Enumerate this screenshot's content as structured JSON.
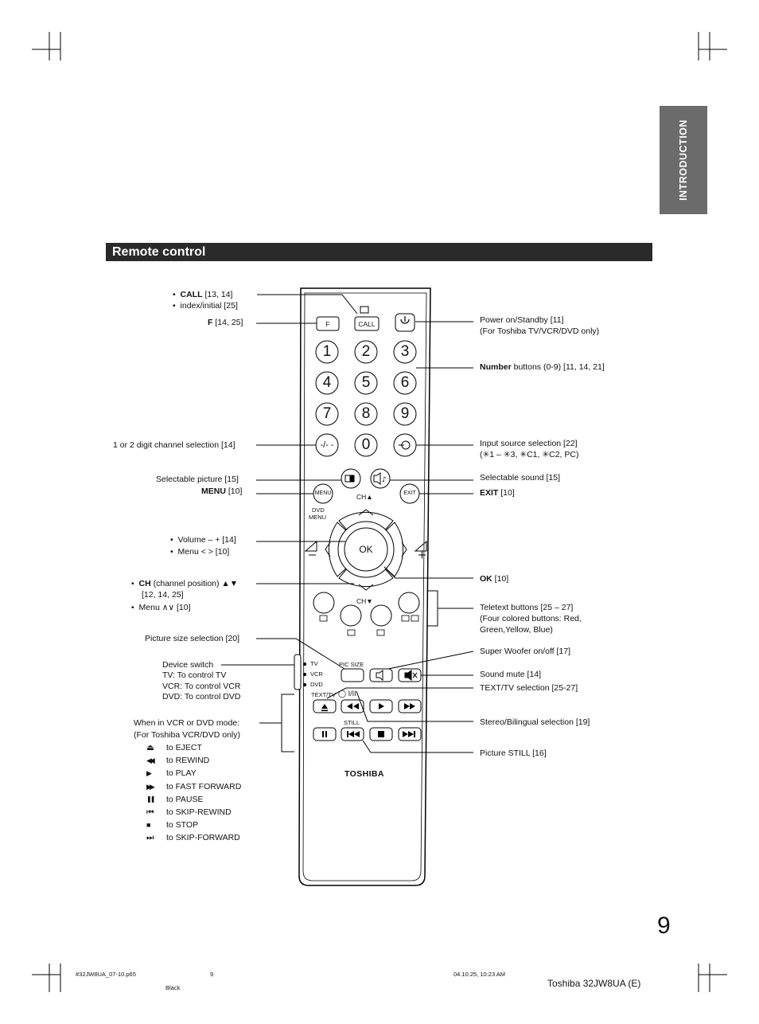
{
  "page": {
    "section_title": "Remote control",
    "side_tab": "INTRODUCTION",
    "page_number": "9",
    "model_footer": "Toshiba 32JW8UA (E)"
  },
  "print_marks": {
    "file": "#32JW8UA_07-10.p65",
    "page": "9",
    "date": "04.10.25, 10:23 AM",
    "color": "Black"
  },
  "labels_left": {
    "call_bold": "CALL",
    "call_ref": "[13, 14]",
    "index": "index/initial [25]",
    "f_bold": "F",
    "f_ref": "[14, 25]",
    "digit": "1 or 2 digit channel selection [14]",
    "pic": "Selectable picture [15]",
    "menu_bold": "MENU",
    "menu_ref": "[10]",
    "volume": "Volume – + [14]",
    "menu_lr": "Menu < > [10]",
    "ch_bold": "CH",
    "ch_desc": "(channel position) ▲▼",
    "ch_ref": "[12, 14, 25]",
    "menu_ud": "Menu ∧∨ [10]",
    "picsize": "Picture size selection [20]",
    "device_title": "Device switch",
    "device_tv": "TV: To control TV",
    "device_vcr": "VCR: To control VCR",
    "device_dvd": "DVD: To control DVD",
    "vcr_title": "When in VCR or DVD mode:",
    "vcr_sub": "(For Toshiba VCR/DVD  only)",
    "vcr_items": [
      {
        "icon": "⏏",
        "text": "to EJECT"
      },
      {
        "icon": "◀◀",
        "text": "to REWIND"
      },
      {
        "icon": "▶",
        "text": "to PLAY"
      },
      {
        "icon": "▶▶",
        "text": "to FAST FORWARD"
      },
      {
        "icon": "❚❚",
        "text": "to PAUSE"
      },
      {
        "icon": "⏮",
        "text": "to SKIP-REWIND"
      },
      {
        "icon": "■",
        "text": "to STOP"
      },
      {
        "icon": "⏭",
        "text": "to SKIP-FORWARD"
      }
    ]
  },
  "labels_right": {
    "power1": "Power on/Standby [11]",
    "power2": "(For Toshiba TV/VCR/DVD only)",
    "number_bold": "Number",
    "number_rest": "buttons (0-9) [11, 14, 21]",
    "input1": "Input source selection [22]",
    "input2": "(✳1 – ✳3, ✳C1, ✳C2, PC)",
    "sound": "Selectable sound [15]",
    "exit_bold": "EXIT",
    "exit_ref": "[10]",
    "ok_bold": "OK",
    "ok_ref": "[10]",
    "teletext1": "Teletext buttons [25 – 27]",
    "teletext2": "(Four colored buttons: Red,",
    "teletext3": "Green,Yellow, Blue)",
    "woofer": "Super Woofer on/off [17]",
    "mute": "Sound mute [14]",
    "texttv": "TEXT/TV selection [25-27]",
    "stereo": "Stereo/Bilingual selection [19]",
    "still": "Picture STILL [16]"
  },
  "remote": {
    "f": "F",
    "call": "CALL",
    "digits": [
      "1",
      "2",
      "3",
      "4",
      "5",
      "6",
      "7",
      "8",
      "9",
      "-/- -",
      "0"
    ],
    "menu": "MENU",
    "exit": "EXIT",
    "ch_up": "CH▲",
    "ch_down": "CH▼",
    "dvd_menu1": "DVD",
    "dvd_menu2": "MENU",
    "ok": "OK",
    "pic_size": "PIC SIZE",
    "tv": "TV",
    "vcr": "VCR",
    "dvd": "DVD",
    "text_tv": "TEXT/TV",
    "still": "STILL",
    "stereo_mark": "◯ I/II",
    "brand": "TOSHIBA"
  }
}
